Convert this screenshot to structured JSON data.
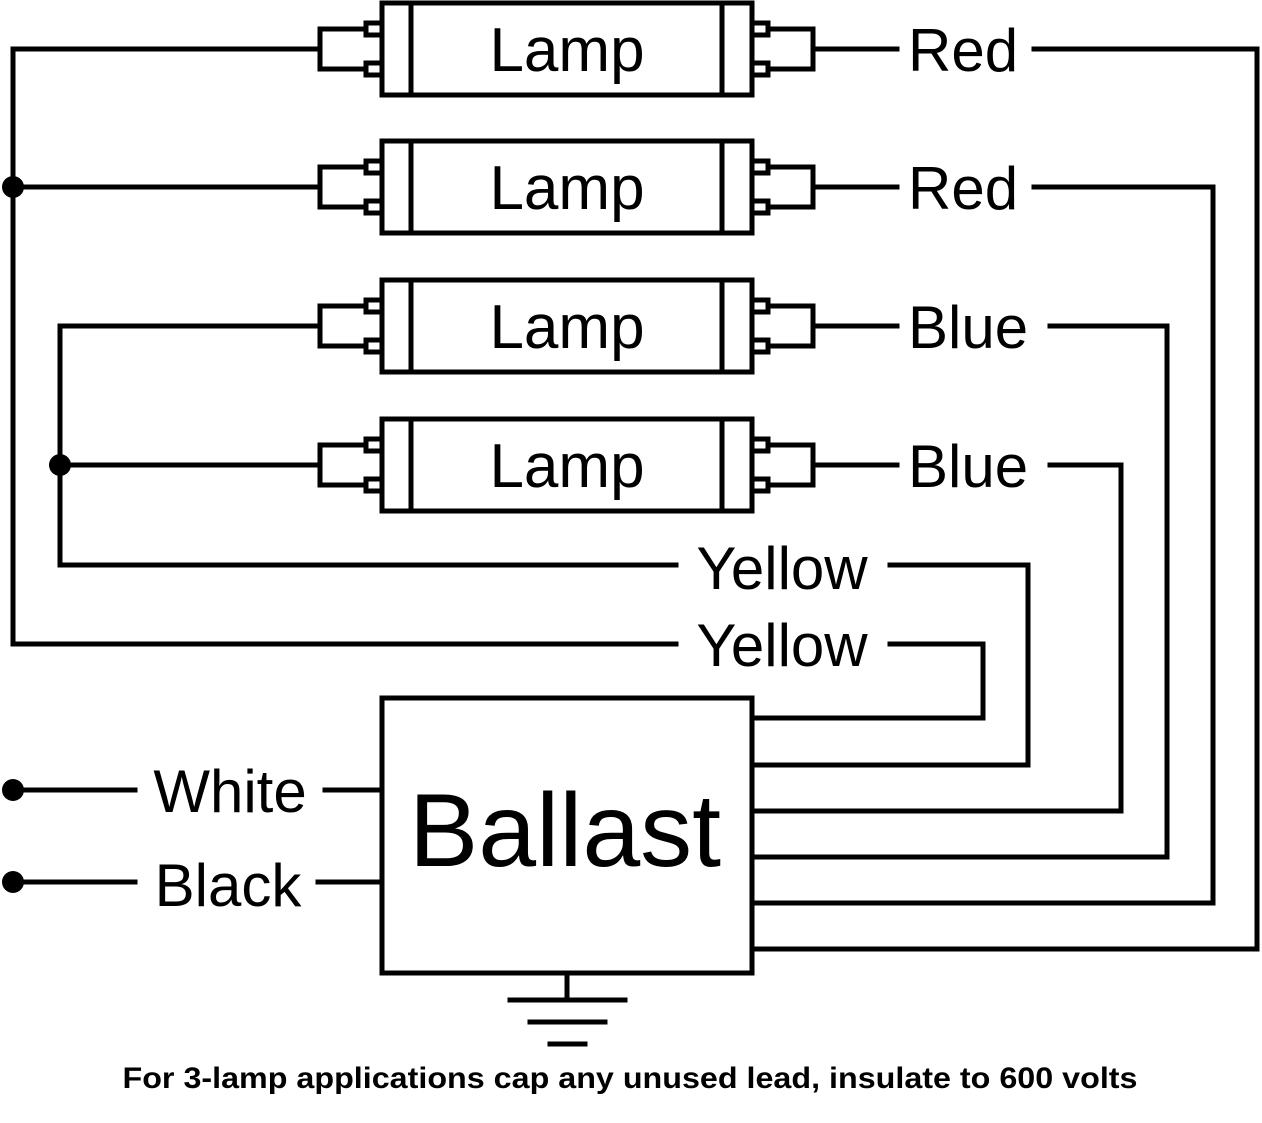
{
  "diagram": {
    "title": "4-lamp ballast wiring diagram",
    "lamps": [
      {
        "label": "Lamp",
        "wire_color": "Red"
      },
      {
        "label": "Lamp",
        "wire_color": "Red"
      },
      {
        "label": "Lamp",
        "wire_color": "Blue"
      },
      {
        "label": "Lamp",
        "wire_color": "Blue"
      }
    ],
    "return_wires": [
      {
        "label": "Yellow"
      },
      {
        "label": "Yellow"
      }
    ],
    "supply_wires": [
      {
        "label": "White"
      },
      {
        "label": "Black"
      }
    ],
    "ballast": {
      "label": "Ballast"
    },
    "ground": {
      "icon": "ground-icon"
    },
    "footnote": "For 3-lamp applications cap any unused lead, insulate to 600 volts"
  }
}
